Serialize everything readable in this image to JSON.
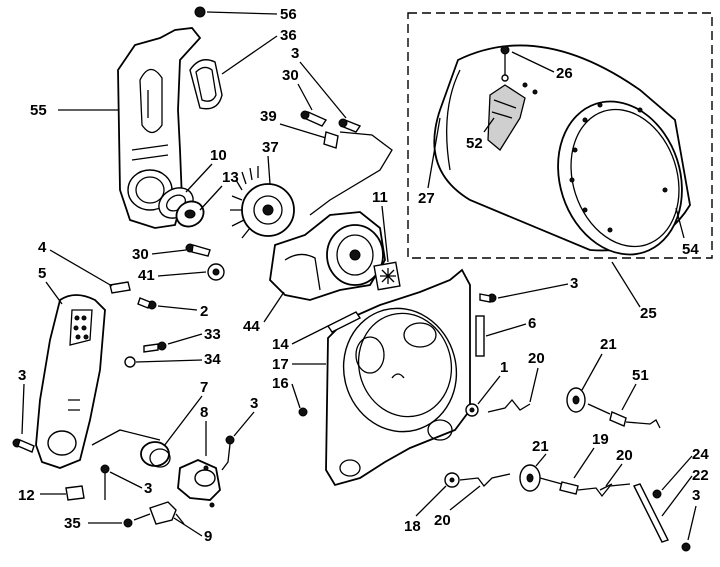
{
  "labels": {
    "l56": "56",
    "l36": "36",
    "l3a": "3",
    "l30a": "30",
    "l55": "55",
    "l39": "39",
    "l37": "37",
    "l10": "10",
    "l13": "13",
    "l11": "11",
    "l26": "26",
    "l52": "52",
    "l27": "27",
    "l54": "54",
    "l25": "25",
    "l4": "4",
    "l5": "5",
    "l30b": "30",
    "l41": "41",
    "l2": "2",
    "l3b": "3",
    "l6": "6",
    "l44": "44",
    "l14": "14",
    "l17": "17",
    "l33": "33",
    "l34": "34",
    "l1": "1",
    "l20a": "20",
    "l21a": "21",
    "l51": "51",
    "l16": "16",
    "l3c": "3",
    "l7": "7",
    "l8": "8",
    "l3d": "3",
    "l12": "12",
    "l3e": "3",
    "l35": "35",
    "l9": "9",
    "l18": "18",
    "l20b": "20",
    "l21b": "21",
    "l19": "19",
    "l20c": "20",
    "l24": "24",
    "l22": "22",
    "l3f": "3"
  }
}
